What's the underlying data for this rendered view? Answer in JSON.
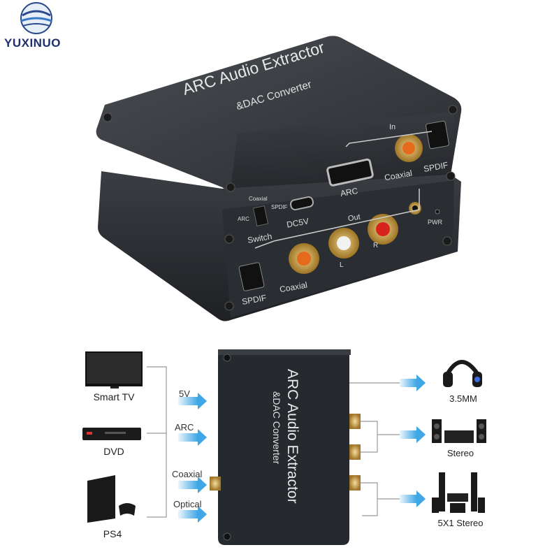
{
  "brand": {
    "name": "YUXINUO"
  },
  "device": {
    "title": "ARC Audio Extractor",
    "subtitle": "&DAC Converter",
    "top_panel": {
      "in_label": "In",
      "arc_label": "ARC",
      "coaxial_label": "Coaxial",
      "spdif_label": "SPDIF"
    },
    "front_panel": {
      "coaxial_label": "Coaxial",
      "spdif_small_label": "SPDIF",
      "arc_small_label": "ARC",
      "switch_label": "Switch",
      "dc_label": "DC5V",
      "out_label": "Out",
      "l_label": "L",
      "r_label": "R",
      "pwr_label": "PWR",
      "coax_out_label": "Coaxial",
      "spdif_out_label": "SPDIF"
    }
  },
  "diagram": {
    "sources": [
      {
        "label": "Smart TV",
        "icon": "tv-icon"
      },
      {
        "label": "DVD",
        "icon": "dvd-player-icon"
      },
      {
        "label": "PS4",
        "icon": "console-icon"
      }
    ],
    "inputs": [
      "5V",
      "ARC",
      "Coaxial",
      "Optical"
    ],
    "outputs": [
      {
        "label": "3.5MM",
        "icon": "headphones-icon"
      },
      {
        "label": "Stereo",
        "icon": "stereo-speakers-icon"
      },
      {
        "label": "5X1 Stereo",
        "icon": "surround-speakers-icon"
      }
    ]
  },
  "colors": {
    "device_body": "#2b2e33",
    "arrow_blue": "#3fa7e6",
    "gold": "#d4a64a",
    "logo_blue": "#1d2f6e"
  }
}
